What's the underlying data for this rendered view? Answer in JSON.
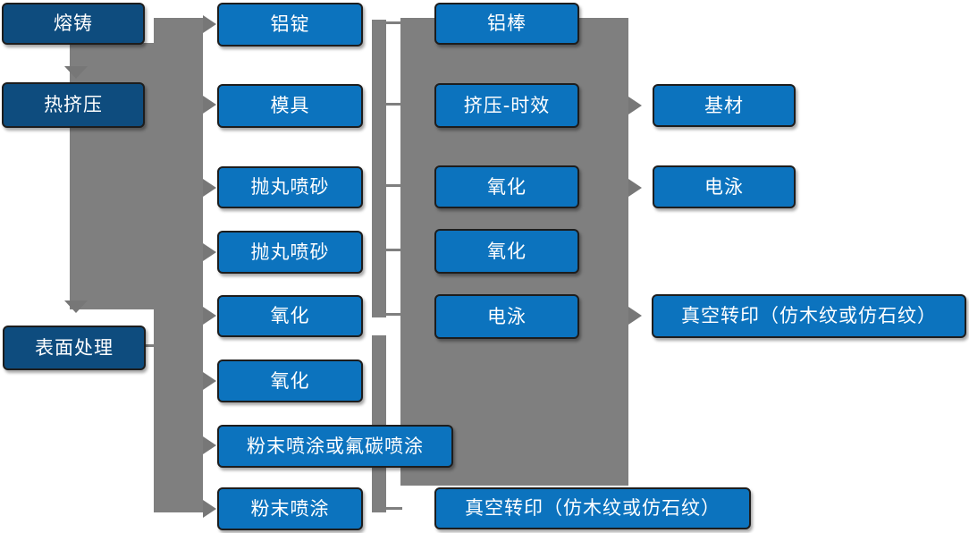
{
  "colors": {
    "node_blue": "#0c73be",
    "node_navy": "#0e4c7e",
    "connector_gray": "#7f7f7f",
    "node_border": "#1d1d1d",
    "text": "#ffffff"
  },
  "nodes": {
    "stage": [
      {
        "label": "熔铸"
      },
      {
        "label": "热挤压"
      },
      {
        "label": "表面处理"
      }
    ],
    "process": [
      {
        "label": "铝锭"
      },
      {
        "label": "模具"
      },
      {
        "label": "抛丸喷砂"
      },
      {
        "label": "抛丸喷砂"
      },
      {
        "label": "氧化"
      },
      {
        "label": "氧化"
      },
      {
        "label": "粉末喷涂或氟碳喷涂"
      },
      {
        "label": "粉末喷涂"
      }
    ],
    "treatment": [
      {
        "label": "铝棒"
      },
      {
        "label": "挤压-时效"
      },
      {
        "label": "氧化"
      },
      {
        "label": "氧化"
      },
      {
        "label": "电泳"
      }
    ],
    "output": [
      {
        "label": "基材"
      },
      {
        "label": "电泳"
      },
      {
        "label": "真空转印（仿木纹或仿石纹）"
      }
    ],
    "bottom": [
      {
        "label": "真空转印（仿木纹或仿石纹）"
      }
    ]
  }
}
